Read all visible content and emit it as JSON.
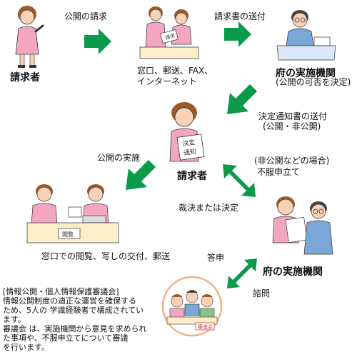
{
  "labels": {
    "requester_top": "請求者",
    "request_disclosure": "公開の請求",
    "send_request_doc": "請求書の送付",
    "channels_line1": "窓口、郵送、FAX、",
    "channels_line2": "インターネット",
    "prefecture_agency_top": "府の実施機関",
    "decide_disclosure": "(公開の可否を決定)",
    "send_decision_line1": "決定通知書の送付",
    "send_decision_line2": "(公開・非公開)",
    "requester_mid": "請求者",
    "implement_disclosure": "公開の実施",
    "case_nondisclosure": "(非公開などの場合)",
    "objection": "不服申立て",
    "ruling_decision": "裁決または決定",
    "viewing_copies": "窓口での閲覧、写しの交付、郵送",
    "answer": "答申",
    "prefecture_agency_bottom": "府の実施機関",
    "consult": "諮問"
  },
  "illustration_text": {
    "request_form": "請求",
    "decision_doc_line1": "決定",
    "decision_doc_line2": "通知",
    "viewing_sign": "閲覧",
    "council_sign": "審査会"
  },
  "council_note": {
    "title": "[情報公開・個人情報保護審議会]",
    "line1": "情報公開制度の適正な運営を確保する",
    "line2": "ため、5人の 学識経験者で構成されてい",
    "line3": "ます。",
    "line4": "審議会 は、実施機関から意見を求められ",
    "line5": "た事項や、不服申立てについて審議",
    "line6": "を行います。"
  },
  "colors": {
    "arrow": "#0a9a4a",
    "skin": "#f8d2b6",
    "hair": "#9a5a2a",
    "pink": "#f4a6c0",
    "desk": "#fbeec8"
  }
}
